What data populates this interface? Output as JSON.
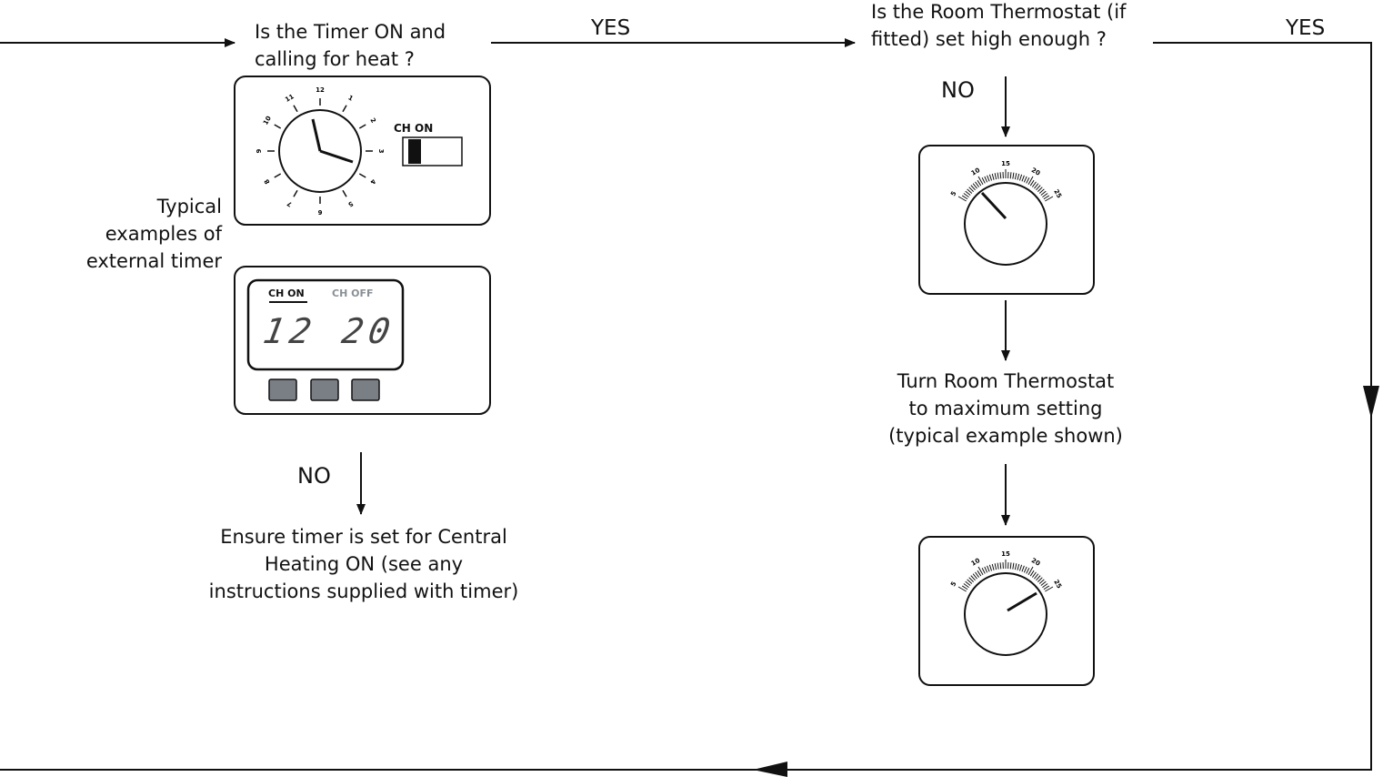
{
  "question_timer": "Is the Timer ON and\ncalling for heat ?",
  "question_thermostat": "Is the Room Thermostat (if\nfitted) set high enough ?",
  "yes_label": "YES",
  "no_label": "NO",
  "typical_examples": "Typical\nexamples of\nexternal timer",
  "action_timer": "Ensure timer is set for Central\nHeating ON (see any\ninstructions supplied with timer)",
  "action_thermostat": "Turn Room Thermostat\nto maximum setting\n(typical example shown)",
  "timer_dial_numbers": [
    "12",
    "1",
    "2",
    "3",
    "4",
    "5",
    "6",
    "7",
    "8",
    "9",
    "10",
    "11"
  ],
  "ch_on_label": "CH ON",
  "ch_off_label": "CH OFF",
  "digital_display": "12 20",
  "thermostat_scale": [
    "5",
    "10",
    "15",
    "20",
    "25"
  ]
}
